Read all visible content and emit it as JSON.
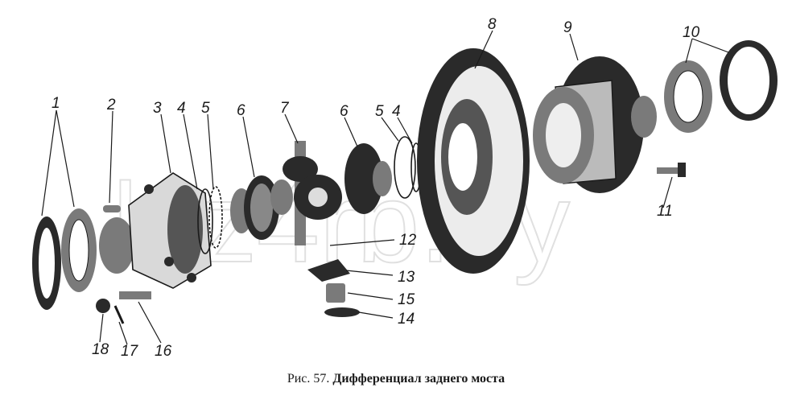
{
  "figure": {
    "caption_prefix": "Рис. 57.",
    "caption_title": "Дифференциал заднего моста"
  },
  "watermark": {
    "text": "laz4rb.by"
  },
  "callouts": [
    "1",
    "2",
    "3",
    "4",
    "5",
    "6",
    "7",
    "6",
    "5",
    "4",
    "8",
    "9",
    "10",
    "11",
    "12",
    "13",
    "15",
    "14",
    "18",
    "17",
    "16"
  ]
}
